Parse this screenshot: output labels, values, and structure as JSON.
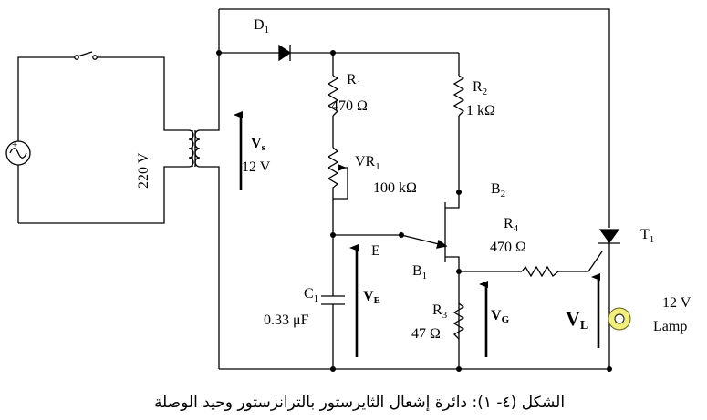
{
  "labels": {
    "d1": "D",
    "d1_sub": "1",
    "r1": "R",
    "r1_sub": "1",
    "r1_value": "470 Ω",
    "r2": "R",
    "r2_sub": "2",
    "r2_value": "1 kΩ",
    "vr1": "VR",
    "vr1_sub": "1",
    "vr1_value": "100 kΩ",
    "b2": "B",
    "b2_sub": "2",
    "r4": "R",
    "r4_sub": "4",
    "r4_value": "470 Ω",
    "t1": "T",
    "t1_sub": "1",
    "e": "E",
    "b1": "B",
    "b1_sub": "1",
    "c1": "C",
    "c1_sub": "1",
    "c1_value": "0.33 μF",
    "r3": "R",
    "r3_sub": "3",
    "r3_value": "47 Ω",
    "vs": "V",
    "vs_sub": "s",
    "vs_value": "12 V",
    "ve": "V",
    "ve_sub": "E",
    "vg": "V",
    "vg_sub": "G",
    "vl": "V",
    "vl_sub": "L",
    "lamp_voltage": "12 V",
    "lamp_word": "Lamp",
    "mains": "220 V",
    "source_plus": "+"
  },
  "caption": "الشكل (٤- ١): دائرة إشعال الثايرستور بالترانزستور وحيد الوصلة"
}
